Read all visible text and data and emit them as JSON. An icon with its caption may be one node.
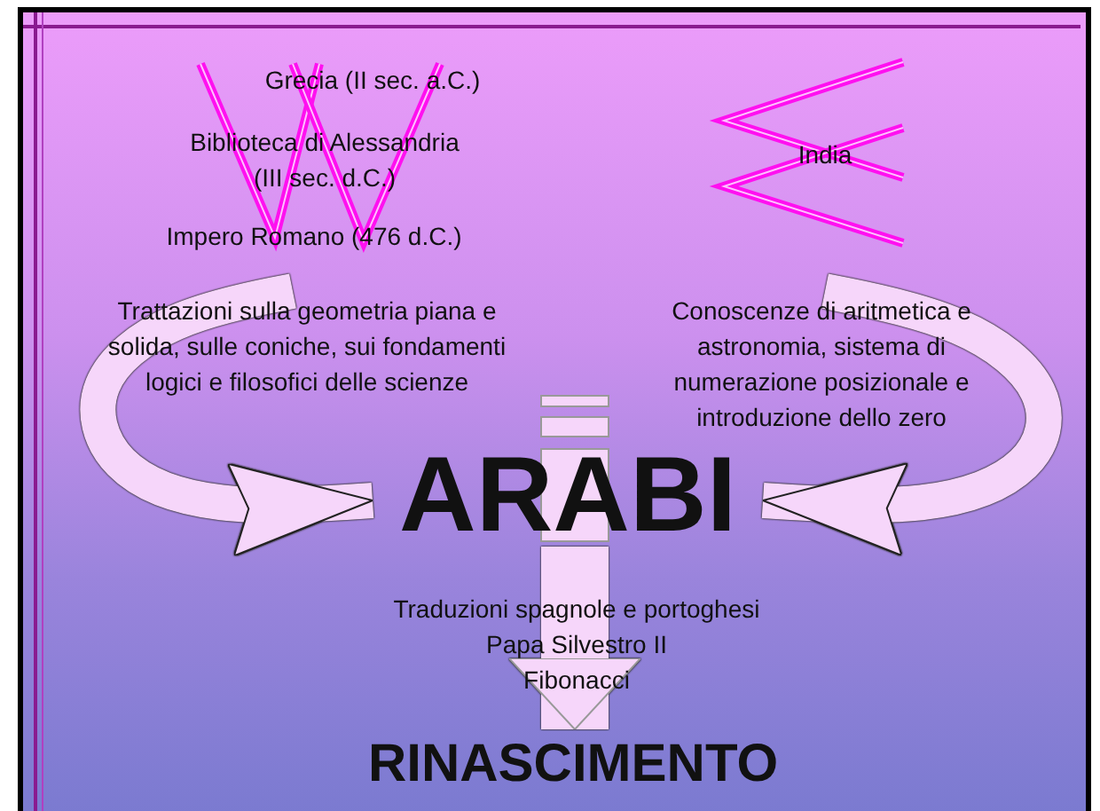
{
  "diagram": {
    "nodes": [
      {
        "text": [
          "Trattazioni sulla geometria piana e solida, sulle coniche, sui fondamenti logici e filosofici delle scienze"
        ]
      },
      {
        "text": [
          "Conoscenze di aritmetica e astronomia, sistema di numerazione posizionale e introduzione dello zero"
        ]
      },
      {
        "text": [
          "ARABI"
        ]
      },
      {
        "text": [
          "RINASCIMENTO"
        ]
      }
    ],
    "edges": [
      {
        "from": 0,
        "to": 2,
        "arrow": "to"
      },
      {
        "from": 1,
        "to": 2,
        "arrow": "to"
      },
      {
        "from": 2,
        "to": 3,
        "arrow": "to",
        "style": "thick"
      }
    ],
    "labels": [
      "Grecia (II sec. a.C.)",
      "Biblioteca di Alessandria (III sec. d.C.)",
      "Impero Romano (476 d.C.)",
      "India",
      "Traduzioni spagnole e portoghesi",
      "Papa Silvestro II",
      "Fibonacci"
    ]
  }
}
